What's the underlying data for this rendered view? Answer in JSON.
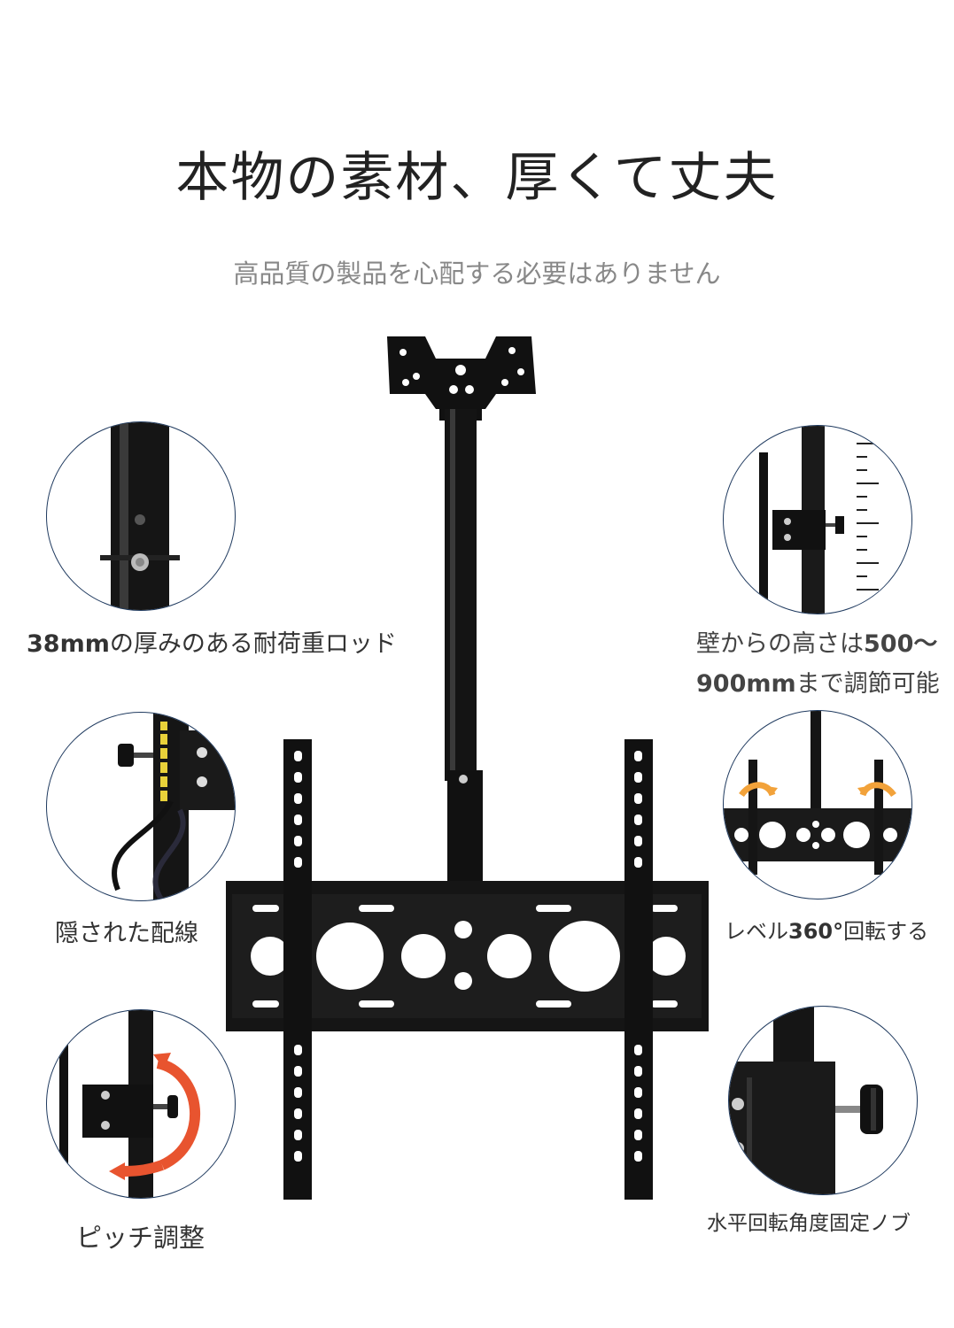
{
  "header": {
    "title": "本物の素材、厚くて丈夫",
    "subtitle": "高品質の製品を心配する必要はありません"
  },
  "features": {
    "rod": {
      "bold": "38mm",
      "text": "の厚みのある耐荷重ロッド"
    },
    "height": {
      "line1_prefix": "壁からの高さは",
      "line1_bold": "500～",
      "line2_bold": "900mm",
      "line2_suffix": "まで調節可能"
    },
    "wiring": {
      "text": "隠された配線"
    },
    "rotation": {
      "prefix": "レベル",
      "bold": "360°",
      "suffix": "回転する"
    },
    "pitch": {
      "text": "ピッチ調整"
    },
    "knob": {
      "text": "水平回転角度固定ノブ"
    }
  },
  "colors": {
    "metal": "#111111",
    "accent_arrow": "#e8542f",
    "orange_arrow": "#f2a23a",
    "circle_border": "#1f3a5f"
  }
}
